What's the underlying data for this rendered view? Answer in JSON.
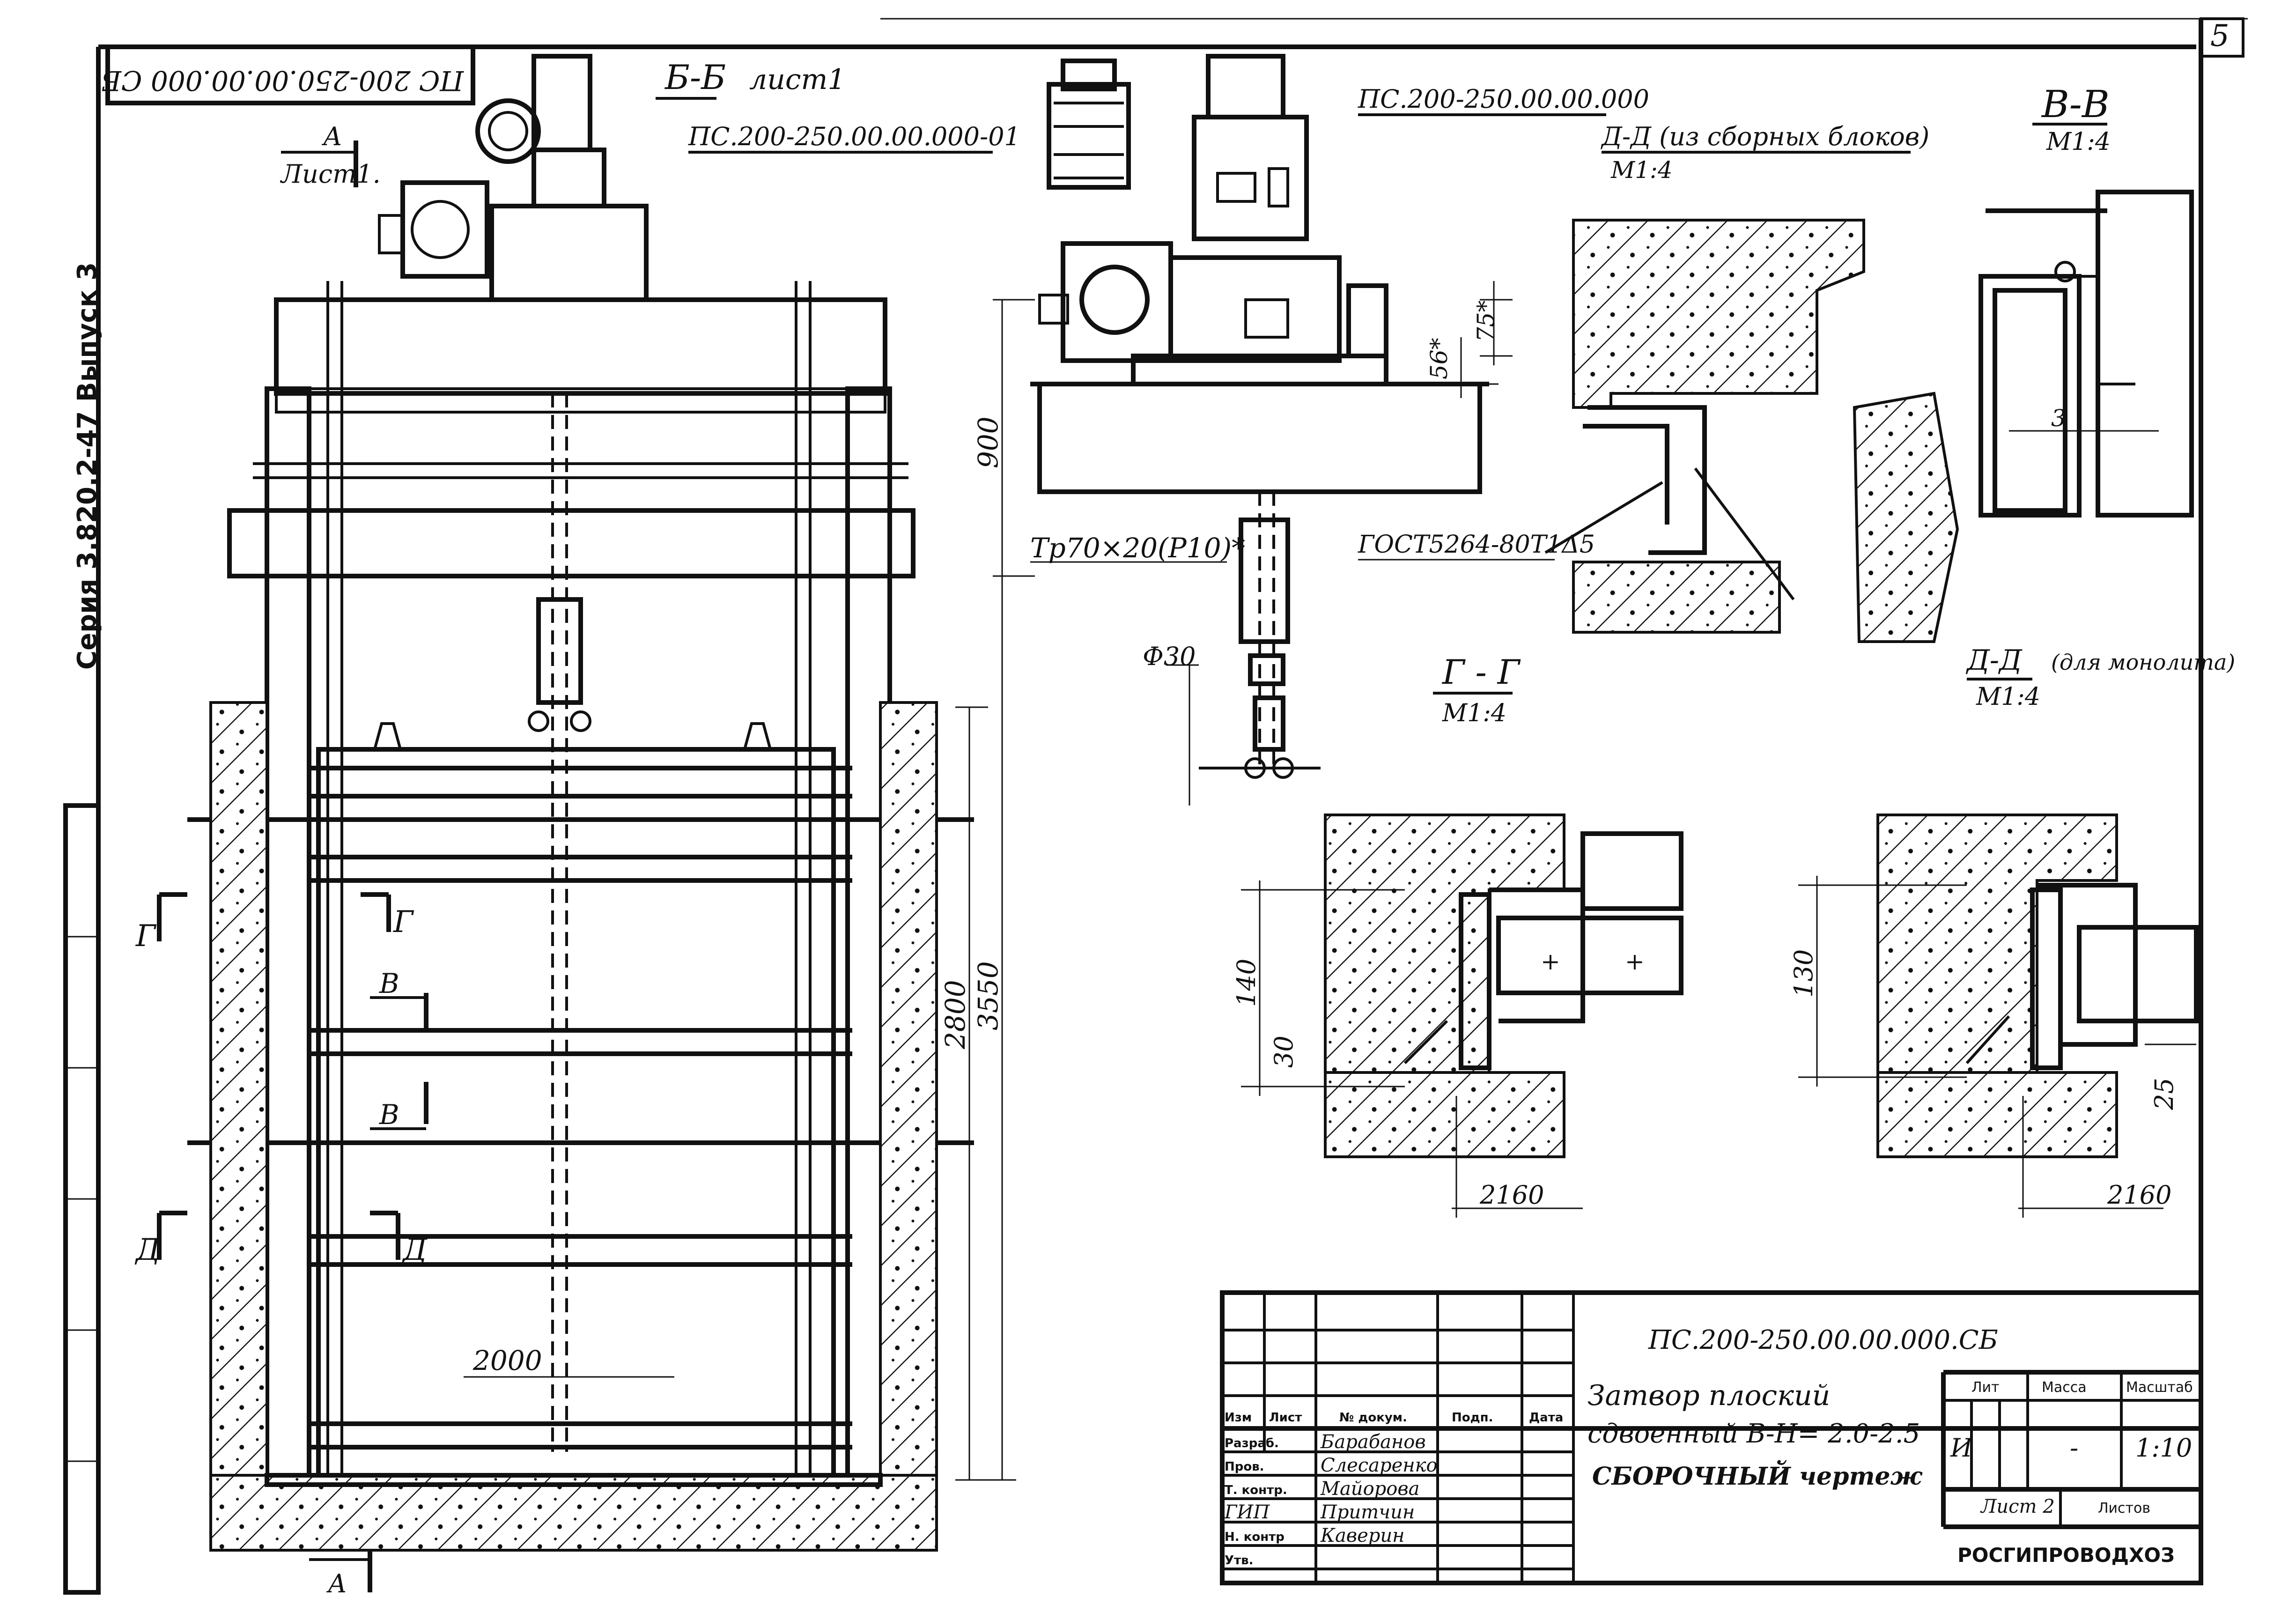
{
  "sheet_number": "5",
  "drawing_code_rotated": "ПС 200-250.00.00.000 СБ",
  "series_vertical": "Серия 3.820.2-47 Выпуск 3",
  "view_labels": {
    "section_bb": "Б-Б",
    "sheet1": "лист1",
    "view_a": "А",
    "view_a_sheet": "Лист1.",
    "variant_01": "ПС.200-250.00.00.000-01",
    "variant_base": "ПС.200-250.00.00.000",
    "dd_blocks": "Д-Д (из сборных блоков)",
    "dd_blocks_scale": "М1:4",
    "vv": "В-В",
    "vv_scale": "М1:4",
    "gg": "Г - Г",
    "gg_scale": "М1:4",
    "dd_mono": "Д-Д",
    "dd_mono_note": "(для монолита)",
    "dd_mono_scale": "М1:4"
  },
  "callouts": {
    "pipe": "Тр70×20(Р10)*",
    "gost": "ГОСТ5264-80Т1Δ5",
    "d30": "Ф30",
    "cut_g_left": "Г",
    "cut_g_right": "Г",
    "cut_v_top": "В",
    "cut_v_bottom": "В",
    "cut_d_left": "Д",
    "cut_d_right": "Д",
    "cut_a_bottom": "А"
  },
  "dimensions": {
    "d900": "900",
    "d75": "75*",
    "d56": "56*",
    "d3": "3",
    "d2800": "2800",
    "d3550": "3550",
    "d2000": "2000",
    "d140": "140",
    "d30": "30",
    "d2160_left": "2160",
    "d130": "130",
    "d25": "25",
    "d2160_right": "2160"
  },
  "title_block": {
    "designation": "ПС.200-250.00.00.000.СБ",
    "title_line1": "Затвор плоский",
    "title_line2": "сдвоенный В-Н= 2.0-2.5",
    "title_line3": "СБОРОЧНЫЙ чертеж",
    "headers": [
      "Изм",
      "Лист",
      "№ докум.",
      "Подп.",
      "Дата"
    ],
    "roles": [
      {
        "role": "Разраб.",
        "name": "Барабанов"
      },
      {
        "role": "Пров.",
        "name": "Слесаренко"
      },
      {
        "role": "Т. контр.",
        "name": "Майорова"
      },
      {
        "role": "ГИП",
        "name": "Притчин"
      },
      {
        "role": "Н. контр",
        "name": "Каверин"
      },
      {
        "role": "Утв.",
        "name": ""
      }
    ],
    "lit_header": "Лит",
    "mass_header": "Масса",
    "scale_header": "Масштаб",
    "lit_value": "И",
    "mass_value": "-",
    "scale_value": "1:10",
    "sheet_label": "Лист 2",
    "sheets_label": "Листов",
    "organization": "РОСГИПРОВОДХОЗ"
  }
}
